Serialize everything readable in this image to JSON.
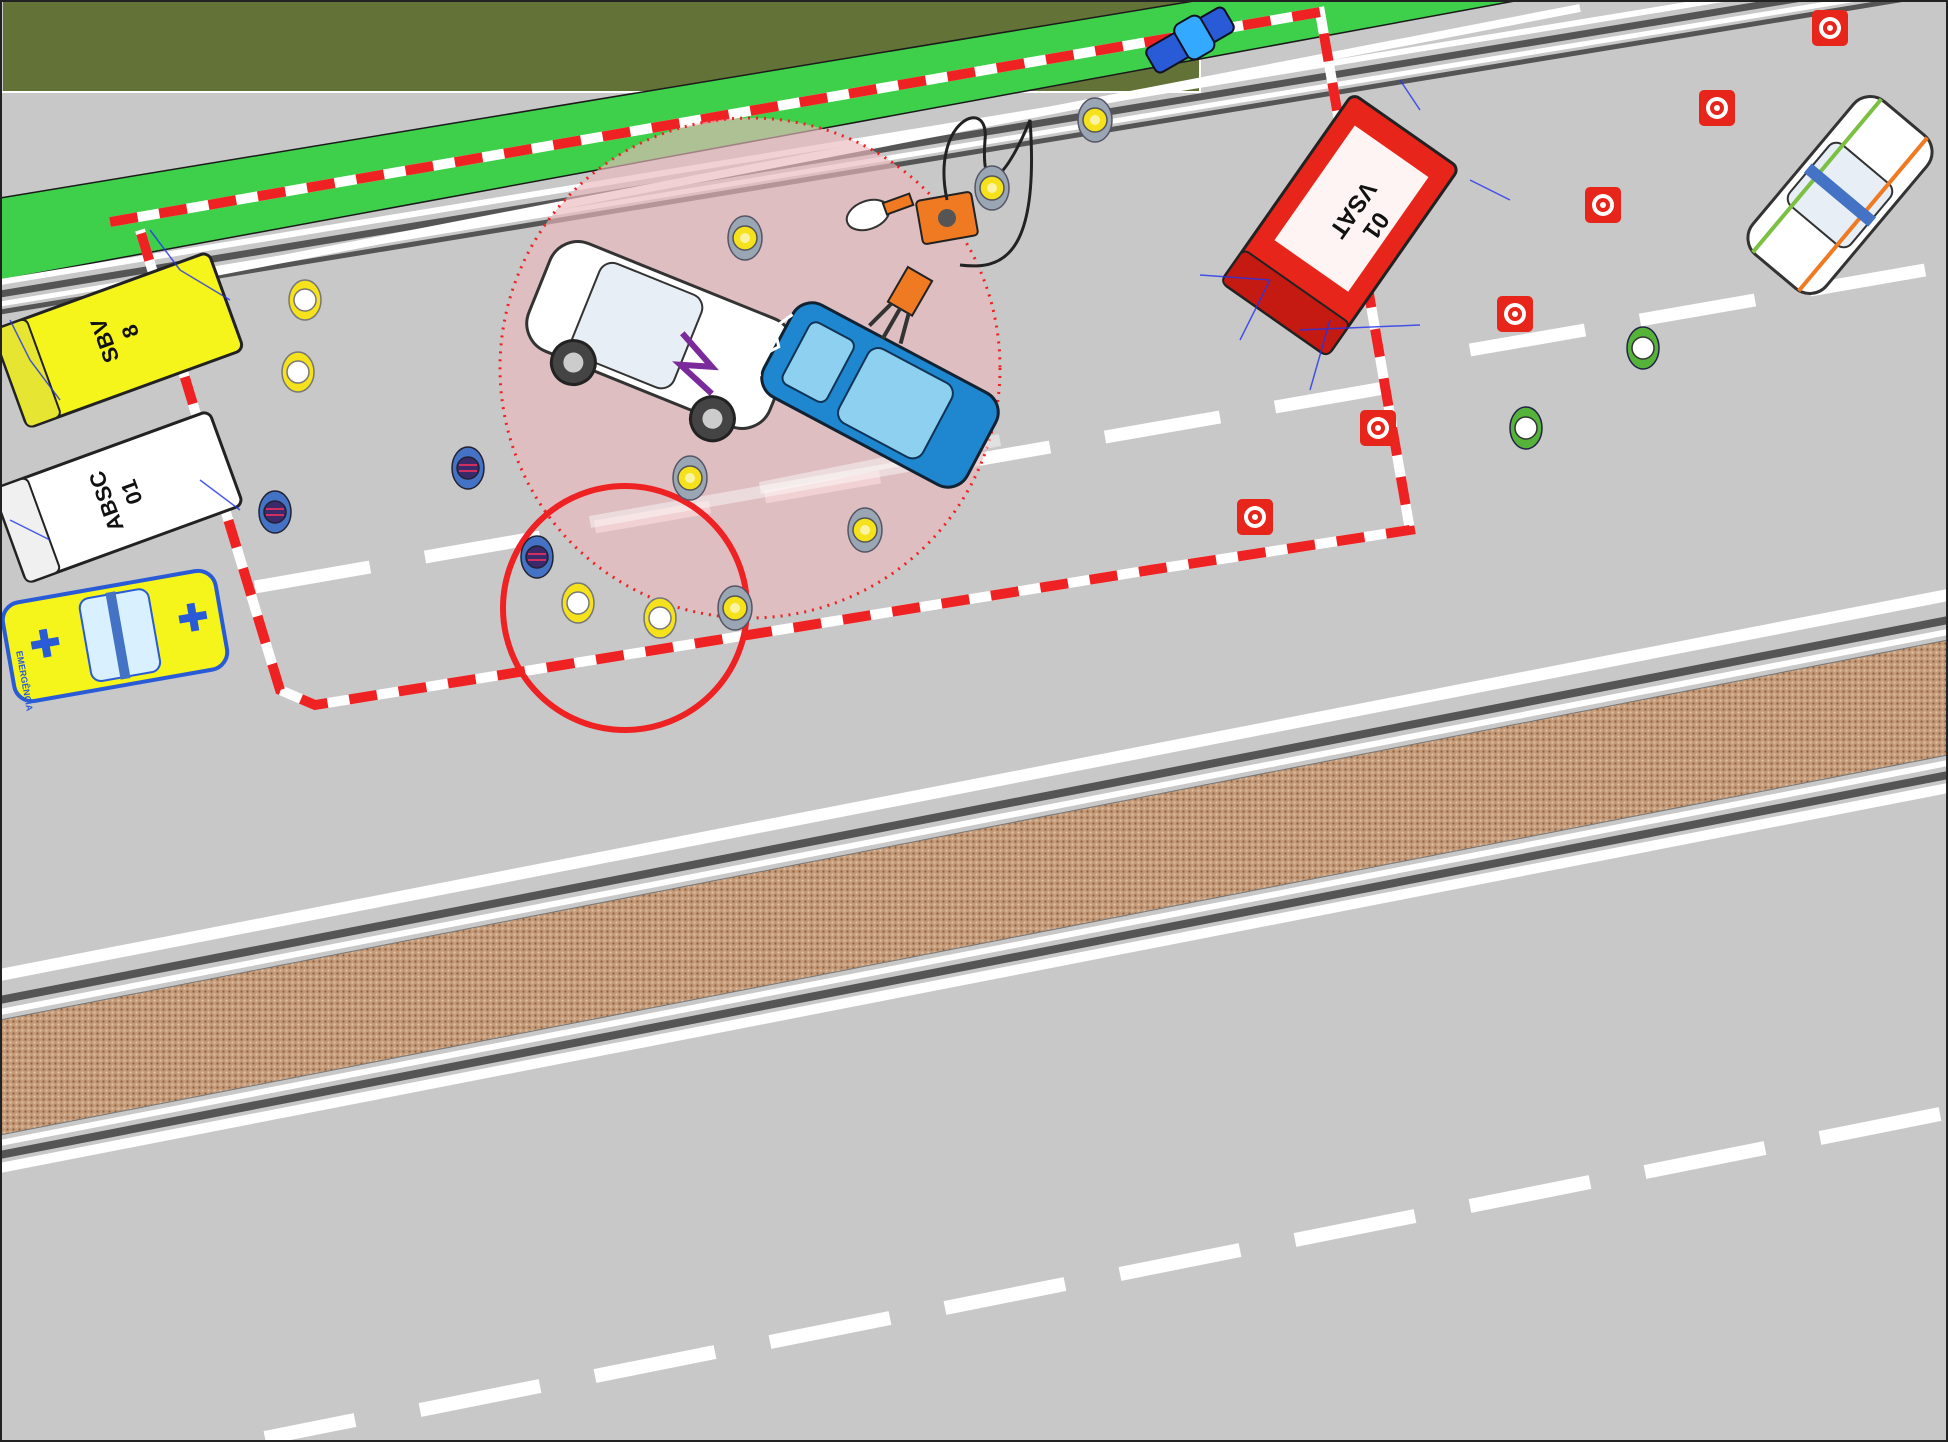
{
  "vehicles": {
    "sbv": {
      "line1": "SBV",
      "line2": "8"
    },
    "absc": {
      "line1": "ABSC",
      "line2": "01"
    },
    "ambulance": {
      "side_text": "EMERGÊNCIA"
    },
    "vsat": {
      "line1": "VSAT",
      "line2": "01"
    }
  },
  "colors": {
    "grass_dark": "#637338",
    "grass_green": "#3ed04a",
    "road": "#c8c8c8",
    "median": "#b38a6a",
    "tape_red": "#ee2222",
    "danger_zone": "#e9b8bc",
    "fire_yellow": "#f5e21c",
    "fire_red": "#e8251a",
    "police_blue": "#4472c4",
    "medic_green": "#55b33a"
  },
  "icons": [
    "traffic-cone-icon",
    "firefighter-icon",
    "police-officer-icon",
    "medic-icon",
    "star-of-life-icon",
    "hydraulic-pump-icon",
    "spreader-tool-icon",
    "cutter-tool-icon"
  ]
}
